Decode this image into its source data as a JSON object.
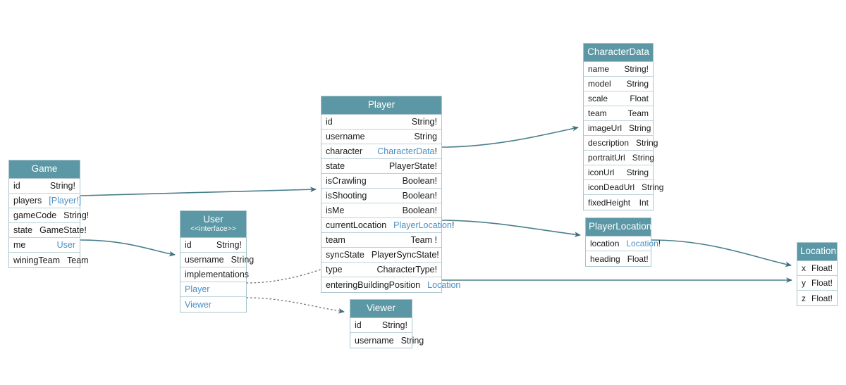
{
  "diagram": {
    "title": "GraphQL Schema Entity Diagram",
    "background": "#ffffff",
    "header_color": "#5b97a4",
    "link_color": "#4a90c4",
    "edge_color": "#4a7f8c",
    "border_color": "#a9c4cc"
  },
  "entities": {
    "game": {
      "name": "Game",
      "fields": [
        {
          "name": "id",
          "type": "String!"
        },
        {
          "name": "players",
          "type": "[Player!]",
          "link": true
        },
        {
          "name": "gameCode",
          "type": "String!"
        },
        {
          "name": "state",
          "type": "GameState!"
        },
        {
          "name": "me",
          "type": "User",
          "link": true
        },
        {
          "name": "winingTeam",
          "type": "Team"
        }
      ]
    },
    "user": {
      "name": "User",
      "stereotype": "<<interface>>",
      "fields": [
        {
          "name": "id",
          "type": "String!"
        },
        {
          "name": "username",
          "type": "String"
        }
      ],
      "implementations_label": "implementations",
      "implementations": [
        {
          "name": "Player"
        },
        {
          "name": "Viewer"
        }
      ]
    },
    "player": {
      "name": "Player",
      "fields": [
        {
          "name": "id",
          "type": "String!"
        },
        {
          "name": "username",
          "type": "String"
        },
        {
          "name": "character",
          "type": "CharacterData!",
          "link": true,
          "bang": "!"
        },
        {
          "name": "state",
          "type": "PlayerState!"
        },
        {
          "name": "isCrawling",
          "type": "Boolean!"
        },
        {
          "name": "isShooting",
          "type": "Boolean!"
        },
        {
          "name": "isMe",
          "type": "Boolean!"
        },
        {
          "name": "currentLocation",
          "type": "PlayerLocation!",
          "link": true,
          "bang": "!"
        },
        {
          "name": "team",
          "type": "Team !"
        },
        {
          "name": "syncState",
          "type": "PlayerSyncState!"
        },
        {
          "name": "type",
          "type": "CharacterType!"
        },
        {
          "name": "enteringBuildingPosition",
          "type": "Location",
          "link": true
        }
      ]
    },
    "character_data": {
      "name": "CharacterData",
      "fields": [
        {
          "name": "name",
          "type": "String!"
        },
        {
          "name": "model",
          "type": "String"
        },
        {
          "name": "scale",
          "type": "Float"
        },
        {
          "name": "team",
          "type": "Team"
        },
        {
          "name": "imageUrl",
          "type": "String"
        },
        {
          "name": "description",
          "type": "String"
        },
        {
          "name": "portraitUrl",
          "type": "String"
        },
        {
          "name": "iconUrl",
          "type": "String"
        },
        {
          "name": "iconDeadUrl",
          "type": "String"
        },
        {
          "name": "fixedHeight",
          "type": "Int"
        }
      ]
    },
    "player_location": {
      "name": "PlayerLocation",
      "fields": [
        {
          "name": "location",
          "type": "Location!",
          "link": true
        },
        {
          "name": "heading",
          "type": "Float!"
        }
      ]
    },
    "location": {
      "name": "Location",
      "fields": [
        {
          "name": "x",
          "type": "Float!"
        },
        {
          "name": "y",
          "type": "Float!"
        },
        {
          "name": "z",
          "type": "Float!"
        }
      ]
    },
    "viewer": {
      "name": "Viewer",
      "fields": [
        {
          "name": "id",
          "type": "String!"
        },
        {
          "name": "username",
          "type": "String"
        }
      ]
    }
  },
  "edges": [
    {
      "from": "game.players",
      "to": "player",
      "style": "solid"
    },
    {
      "from": "game.me",
      "to": "user",
      "style": "solid"
    },
    {
      "from": "player.character",
      "to": "character_data",
      "style": "solid"
    },
    {
      "from": "player.currentLocation",
      "to": "player_location",
      "style": "solid"
    },
    {
      "from": "player.enteringBuildingPosition",
      "to": "location",
      "style": "solid"
    },
    {
      "from": "player_location.location",
      "to": "location",
      "style": "solid"
    },
    {
      "from": "user.Player",
      "to": "player",
      "style": "dotted"
    },
    {
      "from": "user.Viewer",
      "to": "viewer",
      "style": "dotted"
    }
  ]
}
